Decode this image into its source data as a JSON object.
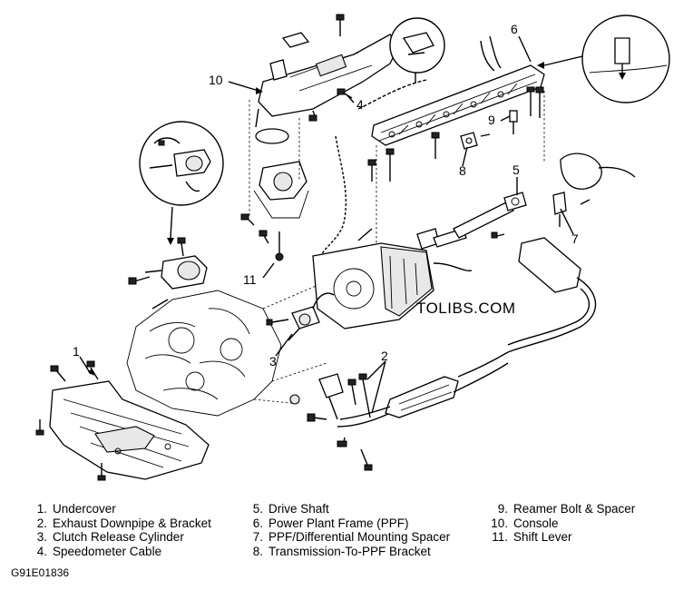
{
  "callouts": [
    "1",
    "2",
    "3",
    "4",
    "5",
    "6",
    "7",
    "8",
    "9",
    "10",
    "11"
  ],
  "watermark": "TOLIBS.COM",
  "legend": [
    {
      "num": "1.",
      "label": "Undercover"
    },
    {
      "num": "2.",
      "label": "Exhaust Downpipe & Bracket"
    },
    {
      "num": "3.",
      "label": "Clutch Release Cylinder"
    },
    {
      "num": "4.",
      "label": "Speedometer Cable"
    },
    {
      "num": "5.",
      "label": "Drive Shaft"
    },
    {
      "num": "6.",
      "label": "Power Plant Frame (PPF)"
    },
    {
      "num": "7.",
      "label": "PPF/Differential Mounting Spacer"
    },
    {
      "num": "8.",
      "label": "Transmission-To-PPF Bracket"
    },
    {
      "num": "9.",
      "label": "Reamer Bolt & Spacer"
    },
    {
      "num": "10.",
      "label": "Console"
    },
    {
      "num": "11.",
      "label": "Shift Lever"
    }
  ],
  "figure_code": "G91E01836"
}
